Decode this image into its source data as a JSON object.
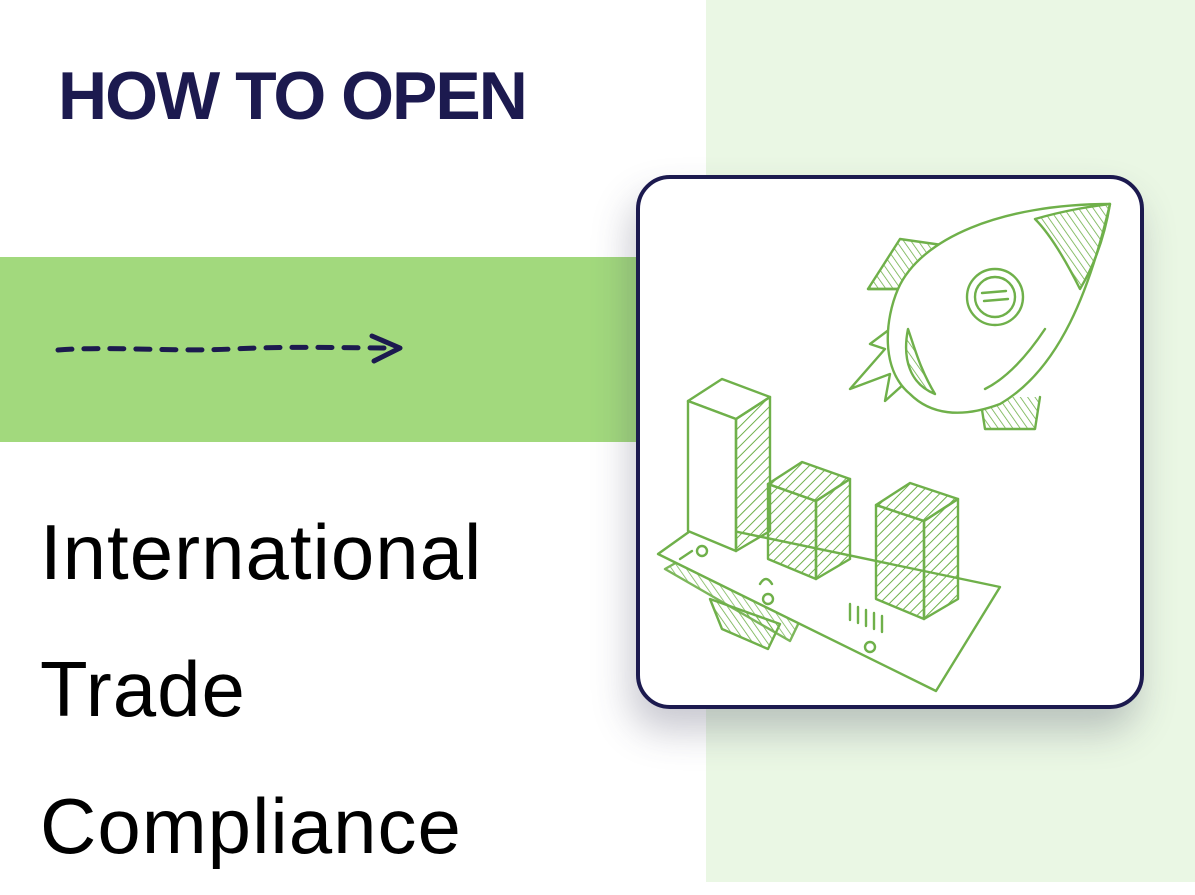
{
  "header": {
    "kicker": "HOW TO OPEN"
  },
  "title": {
    "lines": [
      "International",
      "Trade",
      "Compliance"
    ]
  },
  "colors": {
    "navy": "#1c1a4f",
    "band_green": "#a2d97d",
    "panel_green": "#eaf7e4",
    "sketch_green": "#6fb04a",
    "title_black": "#000000"
  },
  "icons": {
    "arrow": "dashed-arrow-icon",
    "illustration": "rocket-and-growth-chart-illustration"
  }
}
